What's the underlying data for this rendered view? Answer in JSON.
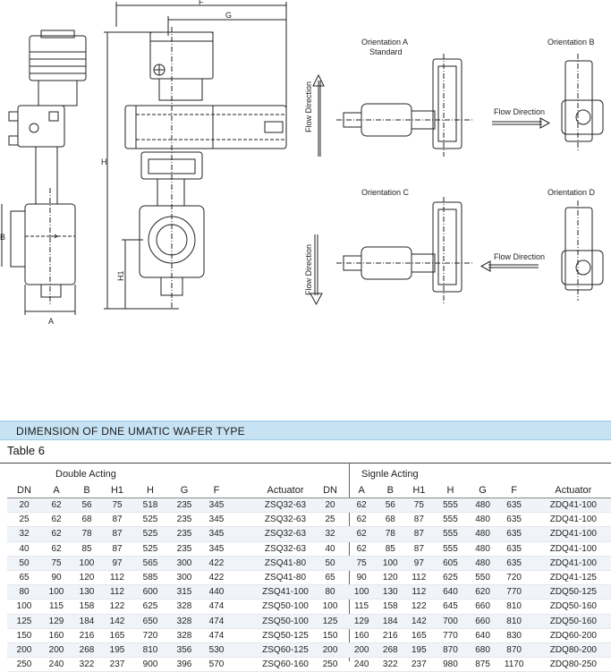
{
  "drawing_labels": {
    "dim_F": "F",
    "dim_G": "G",
    "dim_H": "H",
    "dim_H1": "H1",
    "dim_A": "A",
    "dim_B": "B",
    "orientation_a": "Orientation A",
    "orientation_a_sub": "Standard",
    "orientation_b": "Orientation B",
    "orientation_c": "Orientation C",
    "orientation_d": "Orientation D",
    "flow_direction": "Flow Direction"
  },
  "section_title": "DIMENSION  OF DNE UMATIC WAFER TYPE",
  "table_label": "Table 6",
  "double_acting": {
    "group_label": "Double Acting",
    "headers": [
      "DN",
      "A",
      "B",
      "H1",
      "H",
      "G",
      "F",
      "Actuator"
    ],
    "rows": [
      [
        "20",
        "62",
        "56",
        "75",
        "518",
        "235",
        "345",
        "ZSQ32-63"
      ],
      [
        "25",
        "62",
        "68",
        "87",
        "525",
        "235",
        "345",
        "ZSQ32-63"
      ],
      [
        "32",
        "62",
        "78",
        "87",
        "525",
        "235",
        "345",
        "ZSQ32-63"
      ],
      [
        "40",
        "62",
        "85",
        "87",
        "525",
        "235",
        "345",
        "ZSQ32-63"
      ],
      [
        "50",
        "75",
        "100",
        "97",
        "565",
        "300",
        "422",
        "ZSQ41-80"
      ],
      [
        "65",
        "90",
        "120",
        "112",
        "585",
        "300",
        "422",
        "ZSQ41-80"
      ],
      [
        "80",
        "100",
        "130",
        "112",
        "600",
        "315",
        "440",
        "ZSQ41-100"
      ],
      [
        "100",
        "115",
        "158",
        "122",
        "625",
        "328",
        "474",
        "ZSQ50-100"
      ],
      [
        "125",
        "129",
        "184",
        "142",
        "650",
        "328",
        "474",
        "ZSQ50-100"
      ],
      [
        "150",
        "160",
        "216",
        "165",
        "720",
        "328",
        "474",
        "ZSQ50-125"
      ],
      [
        "200",
        "200",
        "268",
        "195",
        "810",
        "356",
        "530",
        "ZSQ60-125"
      ],
      [
        "250",
        "240",
        "322",
        "237",
        "900",
        "396",
        "570",
        "ZSQ60-160"
      ]
    ]
  },
  "single_acting": {
    "group_label": "Signle Acting",
    "headers": [
      "DN",
      "A",
      "B",
      "H1",
      "H",
      "G",
      "F",
      "Actuator"
    ],
    "rows": [
      [
        "20",
        "62",
        "56",
        "75",
        "555",
        "480",
        "635",
        "ZDQ41-100"
      ],
      [
        "25",
        "62",
        "68",
        "87",
        "555",
        "480",
        "635",
        "ZDQ41-100"
      ],
      [
        "32",
        "62",
        "78",
        "87",
        "555",
        "480",
        "635",
        "ZDQ41-100"
      ],
      [
        "40",
        "62",
        "85",
        "87",
        "555",
        "480",
        "635",
        "ZDQ41-100"
      ],
      [
        "50",
        "75",
        "100",
        "97",
        "605",
        "480",
        "635",
        "ZDQ41-100"
      ],
      [
        "65",
        "90",
        "120",
        "112",
        "625",
        "550",
        "720",
        "ZDQ41-125"
      ],
      [
        "80",
        "100",
        "130",
        "112",
        "640",
        "620",
        "770",
        "ZDQ50-125"
      ],
      [
        "100",
        "115",
        "158",
        "122",
        "645",
        "660",
        "810",
        "ZDQ50-160"
      ],
      [
        "125",
        "129",
        "184",
        "142",
        "700",
        "660",
        "810",
        "ZDQ50-160"
      ],
      [
        "150",
        "160",
        "216",
        "165",
        "770",
        "640",
        "830",
        "ZDQ60-200"
      ],
      [
        "200",
        "200",
        "268",
        "195",
        "870",
        "680",
        "870",
        "ZDQ80-200"
      ],
      [
        "250",
        "240",
        "322",
        "237",
        "980",
        "875",
        "1170",
        "ZDQ80-250"
      ]
    ]
  }
}
